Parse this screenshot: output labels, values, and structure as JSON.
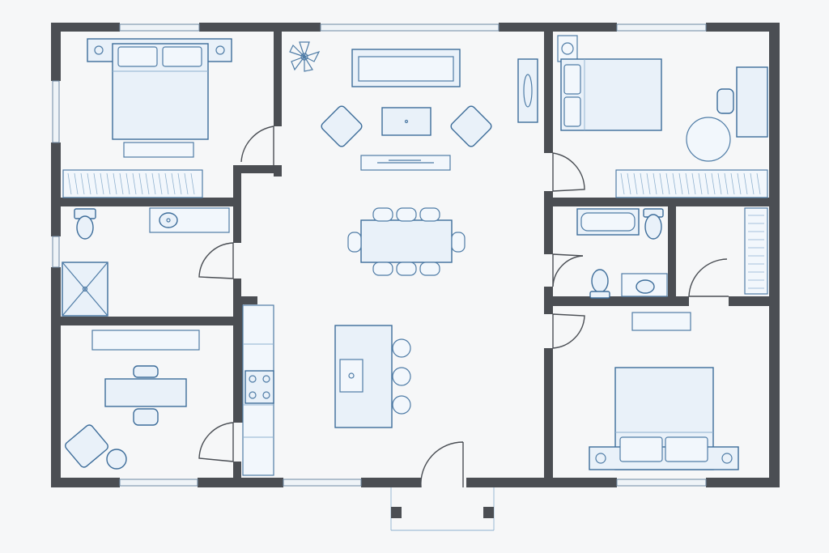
{
  "plan": {
    "colors": {
      "wall": "#4b4e53",
      "furniture_stroke": "#3d6d9a",
      "furniture_fill": "#e9f1f9",
      "background": "#f6f7f8"
    },
    "rooms": [
      {
        "id": "bedroom-1",
        "kind": "bedroom"
      },
      {
        "id": "bathroom-1",
        "kind": "bathroom"
      },
      {
        "id": "office",
        "kind": "office"
      },
      {
        "id": "living-room",
        "kind": "living-room"
      },
      {
        "id": "dining-area",
        "kind": "dining"
      },
      {
        "id": "kitchen",
        "kind": "kitchen"
      },
      {
        "id": "bedroom-2",
        "kind": "bedroom"
      },
      {
        "id": "bathroom-2",
        "kind": "bathroom"
      },
      {
        "id": "closet",
        "kind": "closet"
      },
      {
        "id": "bedroom-3",
        "kind": "bedroom"
      },
      {
        "id": "entry-porch",
        "kind": "porch"
      }
    ],
    "furniture_counts": {
      "dining_chairs": 8,
      "island_stools": 3,
      "armchairs": 2
    }
  }
}
